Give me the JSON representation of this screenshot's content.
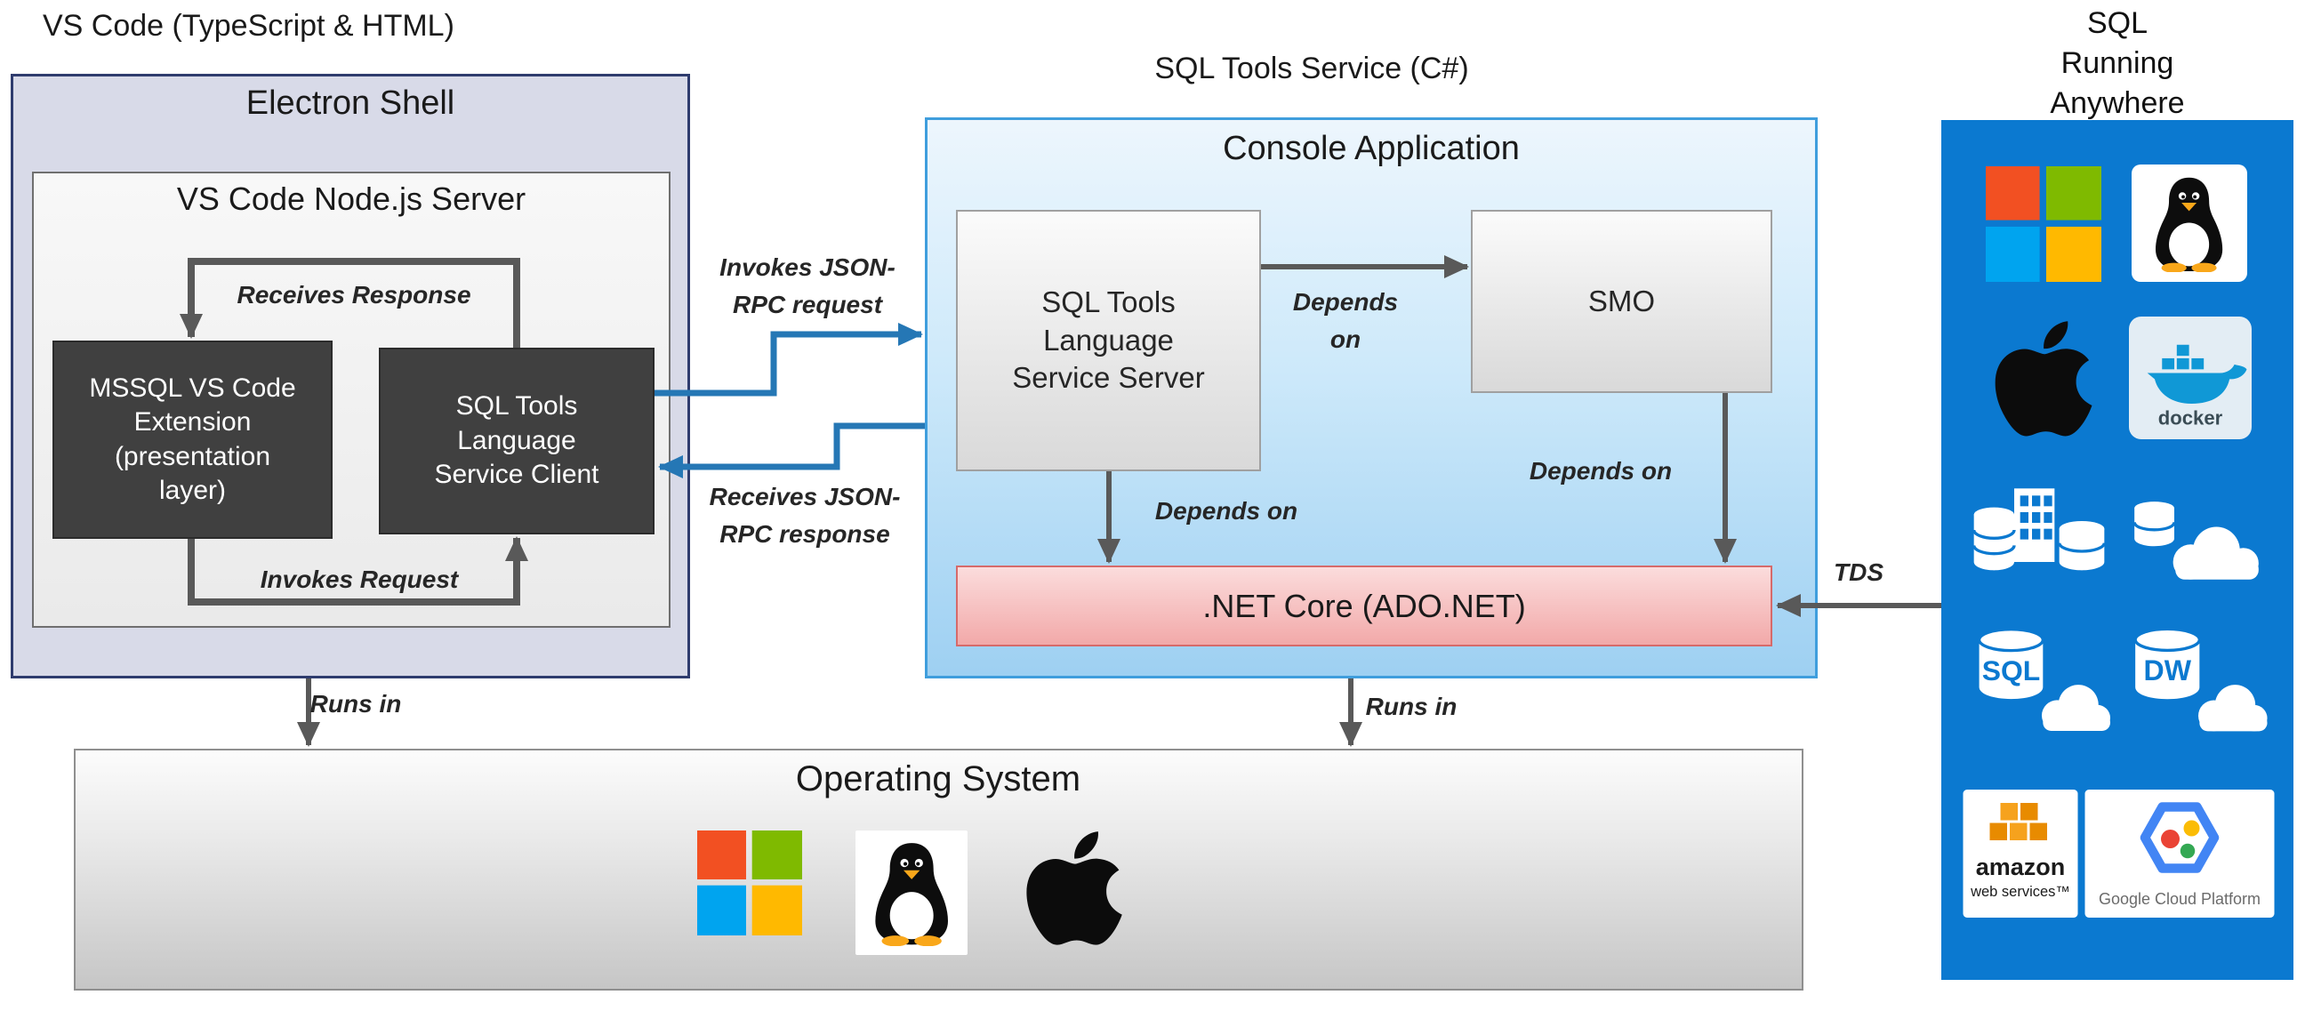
{
  "titles": {
    "vscode": "VS Code (TypeScript & HTML)",
    "sql_tools_service": "SQL Tools Service (C#)",
    "sql_anywhere": [
      "SQL Running",
      "Anywhere"
    ]
  },
  "electron": {
    "title": "Electron Shell",
    "node_server_title": "VS Code Node.js Server",
    "mssql_extension_lines": [
      "MSSQL VS Code",
      "Extension",
      "(presentation",
      "layer)"
    ],
    "sql_client_lines": [
      "SQL Tools",
      "Language",
      "Service Client"
    ],
    "receives_response": "Receives Response",
    "invokes_request": "Invokes Request"
  },
  "rpc": {
    "invokes_lines": [
      "Invokes JSON-",
      "RPC request"
    ],
    "receives_lines": [
      "Receives JSON-",
      "RPC response"
    ]
  },
  "console_app": {
    "title": "Console Application",
    "sql_server_lines": [
      "SQL Tools",
      "Language",
      "Service Server"
    ],
    "smo": "SMO",
    "dotnet": ".NET Core (ADO.NET)",
    "depends_on_horizontal": [
      "Depends",
      "on"
    ],
    "depends_on_server": "Depends on",
    "depends_on_smo": "Depends on"
  },
  "os": {
    "title": "Operating System",
    "runs_in_left": "Runs in",
    "runs_in_center": "Runs in"
  },
  "tds": "TDS",
  "panel_icons": {
    "docker_label": "docker",
    "sql_db_label": "SQL",
    "dw_db_label": "DW",
    "aws_label_line1": "amazon",
    "aws_label_line2": "web services™",
    "gcp_label": "Google Cloud Platform"
  },
  "colors": {
    "electron-fill": "#d8dae8",
    "electron-border": "#2f3c6e",
    "console-border": "#3f9edd",
    "dotnet-border": "#d66a6a",
    "panel-blue": "#0b79d0",
    "arrow-gray": "#595959",
    "arrow-blue": "#2577b5"
  }
}
